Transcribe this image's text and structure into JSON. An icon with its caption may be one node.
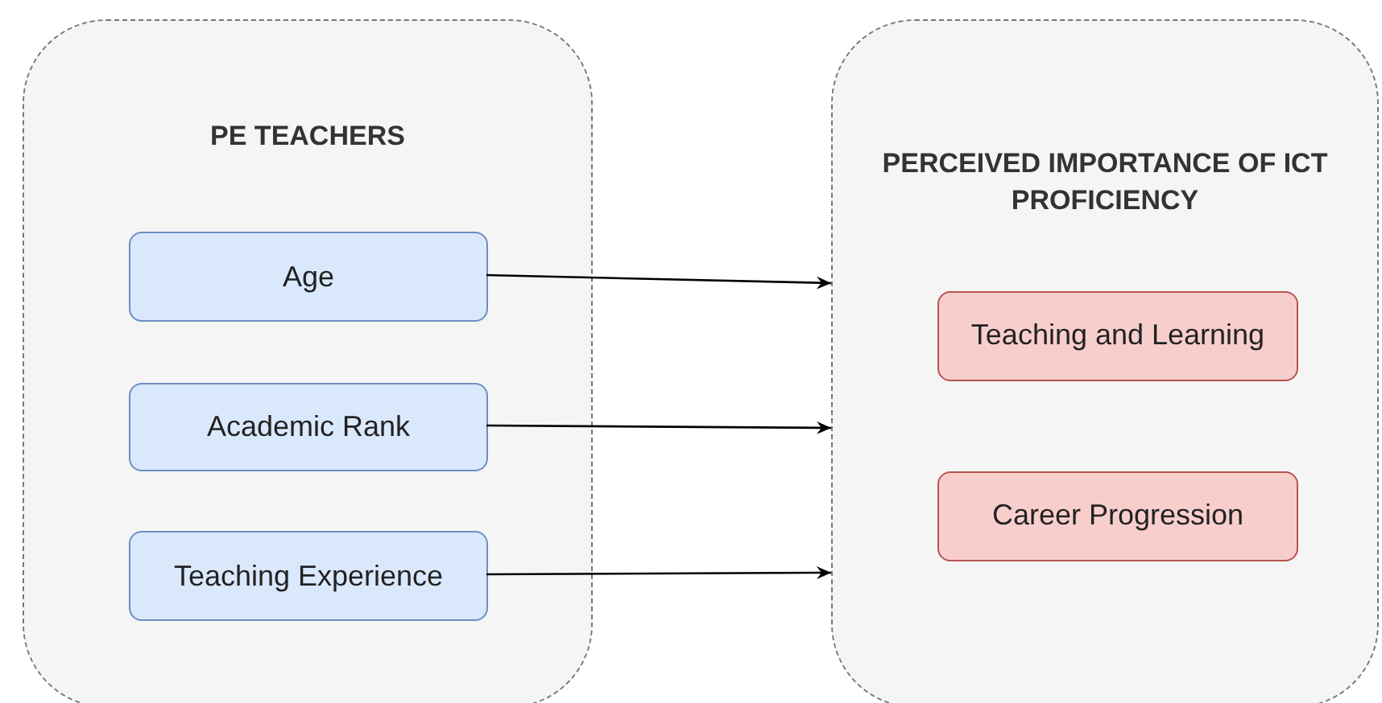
{
  "diagram": {
    "nodes": [
      {
        "text": [
          "PE TEACHERS"
        ]
      },
      {
        "text": [
          "Age"
        ],
        "in": 0
      },
      {
        "text": [
          "Academic Rank"
        ],
        "in": 0
      },
      {
        "text": [
          "Teaching Experience"
        ],
        "in": 0
      },
      {
        "text": [
          "PERCEIVED IMPORTANCE OF ICT PROFICIENCY"
        ]
      },
      {
        "text": [
          "Teaching and Learning"
        ],
        "in": 4
      },
      {
        "text": [
          "Career Progression"
        ],
        "in": 4
      }
    ],
    "edges": [
      {
        "from": 1,
        "to": 4,
        "arrow": "to"
      },
      {
        "from": 2,
        "to": 4,
        "arrow": "to"
      },
      {
        "from": 3,
        "to": 4,
        "arrow": "to"
      }
    ]
  }
}
